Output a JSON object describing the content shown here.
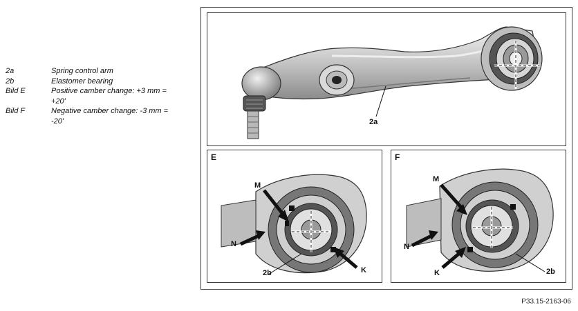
{
  "legend": [
    {
      "key": "2a",
      "desc": "Spring control arm"
    },
    {
      "key": "2b",
      "desc": "Elastomer bearing"
    },
    {
      "key": "Bild E",
      "desc": "Positive camber change: +3 mm = +20'"
    },
    {
      "key": "Bild F",
      "desc": "Negative camber change: -3 mm = -20'"
    }
  ],
  "panels": {
    "main": {
      "callout": "2a"
    },
    "e": {
      "label": "E",
      "callouts": {
        "m": "M",
        "n": "N",
        "k": "K",
        "bearing": "2b"
      }
    },
    "f": {
      "label": "F",
      "callouts": {
        "m": "M",
        "n": "N",
        "k": "K",
        "bearing": "2b"
      }
    }
  },
  "reference": "P33.15-2163-06"
}
